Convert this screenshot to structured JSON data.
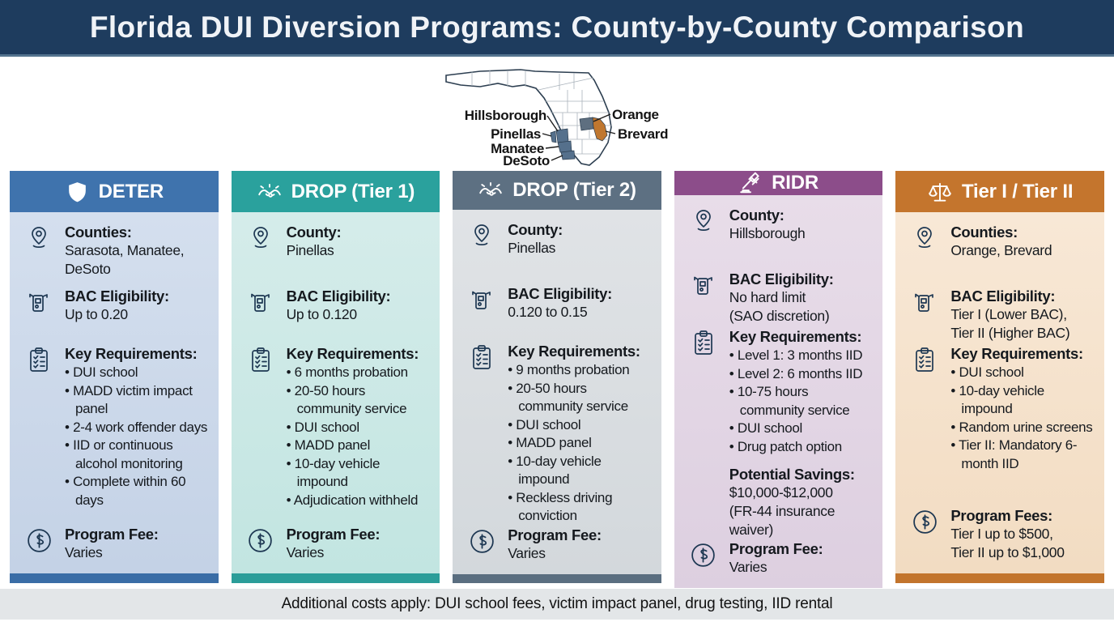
{
  "header": {
    "title": "Florida DUI Diversion Programs: County-by-County Comparison"
  },
  "map": {
    "left_labels": [
      "Hillsborough",
      "Pinellas",
      "Manatee",
      "DeSoto"
    ],
    "right_labels": [
      "Orange",
      "Brevard"
    ],
    "highlight_colors": {
      "gulf_counties": "#55708c",
      "orange_county": "#5e6f80",
      "brevard_county": "#c0772f"
    }
  },
  "cards": [
    {
      "title": "DETER",
      "icon": "shield-icon",
      "accent": "#3f73ad",
      "location_label": "Counties:",
      "location_value": "Sarasota, Manatee,\nDeSoto",
      "bac_label": "BAC Eligibility:",
      "bac_value": "Up to 0.20",
      "requirements_label": "Key Requirements:",
      "requirements": [
        "DUI school",
        "MADD victim impact panel",
        "2-4 work offender days",
        "IID or continuous alcohol monitoring",
        "Complete within 60 days"
      ],
      "fee_label": "Program Fee:",
      "fee_value": "Varies"
    },
    {
      "title": "DROP (Tier 1)",
      "icon": "handshake-icon",
      "accent": "#2aa19d",
      "location_label": "County:",
      "location_value": "Pinellas",
      "bac_label": "BAC Eligibility:",
      "bac_value": "Up to 0.120",
      "requirements_label": "Key Requirements:",
      "requirements": [
        "6 months probation",
        "20-50 hours community service",
        "DUI school",
        "MADD panel",
        "10-day vehicle impound",
        "Adjudication withheld"
      ],
      "fee_label": "Program Fee:",
      "fee_value": "Varies"
    },
    {
      "title": "DROP (Tier 2)",
      "icon": "handshake-icon",
      "accent": "#5d7082",
      "location_label": "County:",
      "location_value": "Pinellas",
      "bac_label": "BAC Eligibility:",
      "bac_value": "0.120 to 0.15",
      "requirements_label": "Key Requirements:",
      "requirements": [
        "9 months probation",
        "20-50 hours community service",
        "DUI school",
        "MADD panel",
        "10-day vehicle impound",
        "Reckless driving conviction"
      ],
      "fee_label": "Program Fee:",
      "fee_value": "Varies"
    },
    {
      "title": "RIDR",
      "icon": "gavel-icon",
      "accent": "#8c4d8a",
      "location_label": "County:",
      "location_value": "Hillsborough",
      "bac_label": "BAC Eligibility:",
      "bac_value": "No hard limit\n(SAO discretion)",
      "requirements_label": "Key Requirements:",
      "requirements": [
        "Level 1: 3 months IID",
        "Level 2: 6 months IID",
        "10-75 hours community service",
        "DUI school",
        "Drug patch option"
      ],
      "savings_label": "Potential Savings:",
      "savings_value": "$10,000-$12,000\n(FR-44 insurance waiver)",
      "fee_label": "Program Fee:",
      "fee_value": "Varies"
    },
    {
      "title": "Tier I / Tier II",
      "icon": "scales-icon",
      "accent": "#c4752d",
      "location_label": "Counties:",
      "location_value": "Orange, Brevard",
      "bac_label": "BAC Eligibility:",
      "bac_value": "Tier I (Lower BAC),\nTier II (Higher BAC)",
      "requirements_label": "Key Requirements:",
      "requirements": [
        "DUI school",
        "10-day vehicle impound",
        "Random urine screens",
        "Tier II: Mandatory 6-month IID"
      ],
      "fee_label": "Program Fees:",
      "fee_value": "Tier I up to $500,\nTier II up to $1,000"
    }
  ],
  "footer": {
    "note": "Additional costs apply: DUI school fees, victim impact panel, drug testing, IID rental"
  }
}
